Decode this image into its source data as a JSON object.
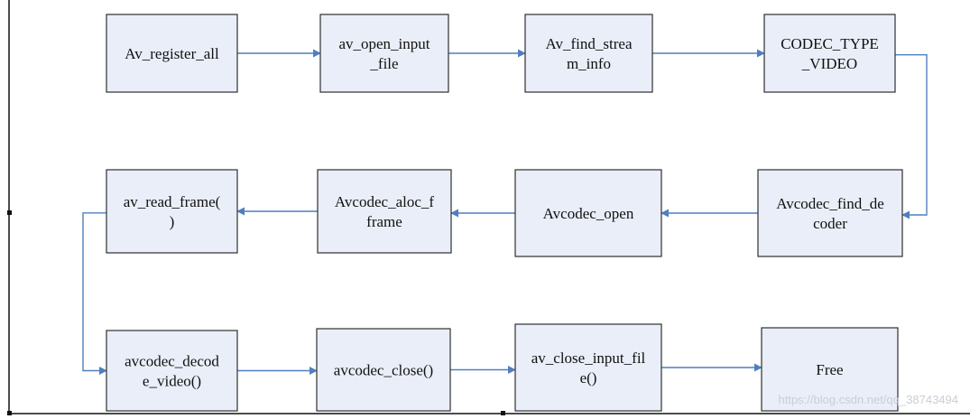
{
  "diagram": {
    "nodes": [
      {
        "id": "av-register-all",
        "lines": [
          "Av_register_all"
        ]
      },
      {
        "id": "av-open-input-file",
        "lines": [
          "av_open_input",
          "_file"
        ]
      },
      {
        "id": "av-find-stream-info",
        "lines": [
          "Av_find_strea",
          "m_info"
        ]
      },
      {
        "id": "codec-type-video",
        "lines": [
          "CODEC_TYPE",
          "_VIDEO"
        ]
      },
      {
        "id": "avcodec-find-decoder",
        "lines": [
          "Avcodec_find_de",
          "coder"
        ]
      },
      {
        "id": "avcodec-open",
        "lines": [
          "Avcodec_open"
        ]
      },
      {
        "id": "avcodec-alloc-frame",
        "lines": [
          "Avcodec_aloc_f",
          "frame"
        ]
      },
      {
        "id": "av-read-frame",
        "lines": [
          "av_read_frame(",
          ")"
        ]
      },
      {
        "id": "avcodec-decode-video",
        "lines": [
          "avcodec_decod",
          "e_video()"
        ]
      },
      {
        "id": "avcodec-close",
        "lines": [
          "avcodec_close()"
        ]
      },
      {
        "id": "av-close-input-file",
        "lines": [
          "av_close_input_fil",
          "e()"
        ]
      },
      {
        "id": "free",
        "lines": [
          "Free"
        ]
      }
    ],
    "edges": [
      {
        "from": "av-register-all",
        "to": "av-open-input-file"
      },
      {
        "from": "av-open-input-file",
        "to": "av-find-stream-info"
      },
      {
        "from": "av-find-stream-info",
        "to": "codec-type-video"
      },
      {
        "from": "codec-type-video",
        "to": "avcodec-find-decoder"
      },
      {
        "from": "avcodec-find-decoder",
        "to": "avcodec-open"
      },
      {
        "from": "avcodec-open",
        "to": "avcodec-alloc-frame"
      },
      {
        "from": "avcodec-alloc-frame",
        "to": "av-read-frame"
      },
      {
        "from": "av-read-frame",
        "to": "avcodec-decode-video"
      },
      {
        "from": "avcodec-decode-video",
        "to": "avcodec-close"
      },
      {
        "from": "avcodec-close",
        "to": "av-close-input-file"
      },
      {
        "from": "av-close-input-file",
        "to": "free"
      }
    ]
  },
  "watermark": "https://blog.csdn.net/qq_38743494",
  "colors": {
    "node_fill": "#e9eef8",
    "node_border": "#2f2f2f",
    "connector": "#4f7fbf",
    "text": "#111111",
    "watermark": "#c9ced6"
  }
}
